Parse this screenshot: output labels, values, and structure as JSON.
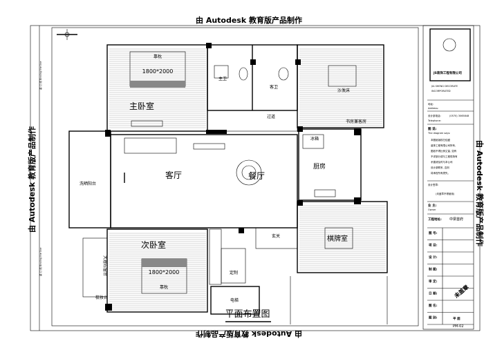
{
  "watermark": "由 Autodesk 教育版产品制作",
  "binding_line": "装 订 线  Binding the line",
  "drawing_title": "平面布置图",
  "rooms": {
    "master_bedroom": "主卧室",
    "master_bath": "主卫",
    "guest_bath": "客卫",
    "corridor": "过道",
    "study": "书房兼客房",
    "sofa_bed": "沙发床",
    "fridge": "冰箱",
    "kitchen": "厨房",
    "living": "客厅",
    "dining": "餐厅",
    "laundry_balcony": "洗晒阳台",
    "second_bedroom": "次卧室",
    "foyer": "玄关",
    "chess_room": "棋牌室",
    "custom_cabinet": "定制",
    "elevator": "电梯",
    "dresser": "梳妆台",
    "marble_sill": "大理石窗台",
    "bed_size_1": "1800*2000",
    "bed_size_2": "1800*2000",
    "pillow_1": "靠枕",
    "pillow_2": "靠枕"
  },
  "title_block": {
    "company_cn": "JS装饰工程有限公司",
    "company_en_1": "JIA SHENG DECORATE",
    "company_en_2": "INCORPORATED",
    "address_cn": "地址:",
    "address_en": "Address:",
    "phone_cn": "设计部电话:",
    "phone_en": "Telephone:",
    "phone_value": "(0570) 3065848",
    "diagram_cn": "图 说:",
    "diagram_en": "The diagram says:",
    "notice": [
      "本图纸版权归佳盛",
      "装饰工程有限公司所有,",
      "图纸不得比例丈量, 如有",
      "不详部分或与工程现场有",
      "矛盾请及时与本公司",
      "设计部联系, 否则",
      "将承担所有损失。"
    ],
    "seal_cn": "设计签章:",
    "seal_note": "(未盖章不得使用)",
    "owner_cn": "业 主:",
    "owner_en": "Owner",
    "project_addr_cn": "工程地址:",
    "project_addr_value": "中梁首府",
    "rows": [
      "图 号:",
      "项 目:",
      "设 计:",
      "制 图:",
      "审 定:",
      "日 期:",
      "图 名:",
      "图 别:"
    ],
    "stamp": "未盖章",
    "sheet_name": "平 面",
    "sheet_no": "PM-02"
  }
}
